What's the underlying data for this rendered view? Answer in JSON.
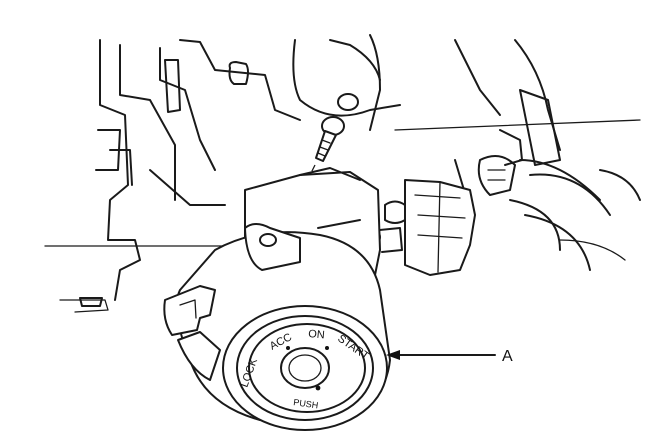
{
  "callout": {
    "label": "A"
  },
  "key_positions": {
    "lock": "LOCK",
    "acc": "ACC",
    "on": "ON",
    "start": "START",
    "push": "PUSH"
  },
  "icons": [
    "ignition-lock-cylinder-icon",
    "screw-icon",
    "connector-icon",
    "steering-column-icon"
  ]
}
